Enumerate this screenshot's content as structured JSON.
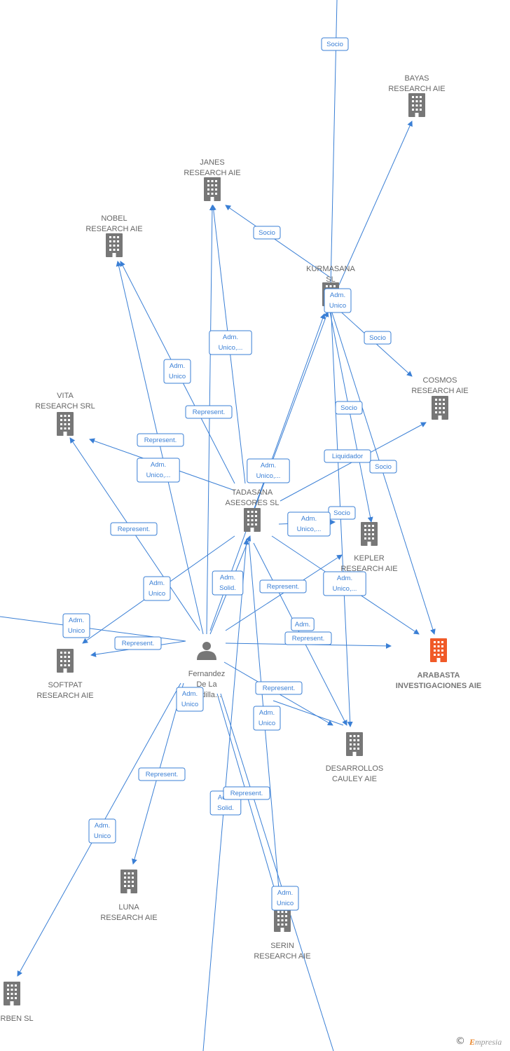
{
  "nodes": [
    {
      "id": "bayas",
      "type": "company",
      "lines": [
        "BAYAS",
        "RESEARCH AIE"
      ]
    },
    {
      "id": "janes",
      "type": "company",
      "lines": [
        "JANES",
        "RESEARCH AIE"
      ]
    },
    {
      "id": "nobel",
      "type": "company",
      "lines": [
        "NOBEL",
        "RESEARCH AIE"
      ]
    },
    {
      "id": "kurmasana",
      "type": "company",
      "lines": [
        "KURMASANA",
        "SL"
      ]
    },
    {
      "id": "cosmos",
      "type": "company",
      "lines": [
        "COSMOS",
        "RESEARCH AIE"
      ]
    },
    {
      "id": "vita",
      "type": "company",
      "lines": [
        "VITA",
        "RESEARCH SRL"
      ]
    },
    {
      "id": "tadasana",
      "type": "company",
      "lines": [
        "TADASANA",
        "ASESORES  SL"
      ]
    },
    {
      "id": "kepler",
      "type": "company",
      "lines": [
        "KEPLER",
        "RESEARCH AIE"
      ]
    },
    {
      "id": "arabasta",
      "type": "company",
      "highlight": true,
      "lines": [
        "ARABASTA",
        "INVESTIGACIONES AIE"
      ]
    },
    {
      "id": "softpat",
      "type": "company",
      "lines": [
        "SOFTPAT",
        "RESEARCH AIE"
      ]
    },
    {
      "id": "fernandez",
      "type": "person",
      "lines": [
        "Fernandez",
        "De La",
        "Padilla..."
      ]
    },
    {
      "id": "desarrollos",
      "type": "company",
      "lines": [
        "DESARROLLOS",
        "CAULEY AIE"
      ]
    },
    {
      "id": "luna",
      "type": "company",
      "lines": [
        "LUNA",
        "RESEARCH AIE"
      ]
    },
    {
      "id": "serin",
      "type": "company",
      "lines": [
        "SERIN",
        "RESEARCH AIE"
      ]
    },
    {
      "id": "ferben",
      "type": "company",
      "lines": [
        "FERBEN SL"
      ]
    }
  ],
  "edge_labels": [
    {
      "id": "l1",
      "lines": [
        "Socio"
      ]
    },
    {
      "id": "l2",
      "lines": [
        "Socio"
      ]
    },
    {
      "id": "l3",
      "lines": [
        "Adm.",
        "Unico"
      ]
    },
    {
      "id": "l4",
      "lines": [
        "Socio"
      ]
    },
    {
      "id": "l5",
      "lines": [
        "Adm.",
        "Unico,..."
      ]
    },
    {
      "id": "l6",
      "lines": [
        "Adm.",
        "Unico"
      ]
    },
    {
      "id": "l7",
      "lines": [
        "Represent."
      ]
    },
    {
      "id": "l8",
      "lines": [
        "Socio"
      ]
    },
    {
      "id": "l9",
      "lines": [
        "Represent."
      ]
    },
    {
      "id": "l10",
      "lines": [
        "Liquidador"
      ]
    },
    {
      "id": "l11",
      "lines": [
        "Adm.",
        "Unico,..."
      ]
    },
    {
      "id": "l12",
      "lines": [
        "Adm.",
        "Unico,..."
      ]
    },
    {
      "id": "l13",
      "lines": [
        "Socio"
      ]
    },
    {
      "id": "l14",
      "lines": [
        "Socio"
      ]
    },
    {
      "id": "l15",
      "lines": [
        "Adm.",
        "Unico,..."
      ]
    },
    {
      "id": "l16",
      "lines": [
        "Represent."
      ]
    },
    {
      "id": "l17",
      "lines": [
        "Adm.",
        "Unico"
      ]
    },
    {
      "id": "l18",
      "lines": [
        "Adm.",
        "Solid."
      ]
    },
    {
      "id": "l19",
      "lines": [
        "Represent."
      ]
    },
    {
      "id": "l20",
      "lines": [
        "Adm.",
        "Unico,..."
      ]
    },
    {
      "id": "l21",
      "lines": [
        "Adm.",
        "Unico"
      ]
    },
    {
      "id": "l22",
      "lines": [
        "Represent."
      ]
    },
    {
      "id": "l23",
      "lines": [
        "Adm."
      ]
    },
    {
      "id": "l24",
      "lines": [
        "Represent."
      ]
    },
    {
      "id": "l25",
      "lines": [
        "Represent."
      ]
    },
    {
      "id": "l26",
      "lines": [
        "Adm.",
        "Unico"
      ]
    },
    {
      "id": "l27",
      "lines": [
        "Adm.",
        "Unico"
      ]
    },
    {
      "id": "l28",
      "lines": [
        "Represent."
      ]
    },
    {
      "id": "l29",
      "lines": [
        "Adm.",
        "Solid."
      ]
    },
    {
      "id": "l30",
      "lines": [
        "Represent."
      ]
    },
    {
      "id": "l31",
      "lines": [
        "Adm.",
        "Unico"
      ]
    },
    {
      "id": "l32",
      "lines": [
        "Adm.",
        "Unico"
      ]
    }
  ],
  "brand": {
    "copyright": "©",
    "first": "E",
    "rest": "mpresia"
  },
  "colors": {
    "edge": "#3a7fd5",
    "node": "#777777",
    "highlight": "#f05a28"
  }
}
